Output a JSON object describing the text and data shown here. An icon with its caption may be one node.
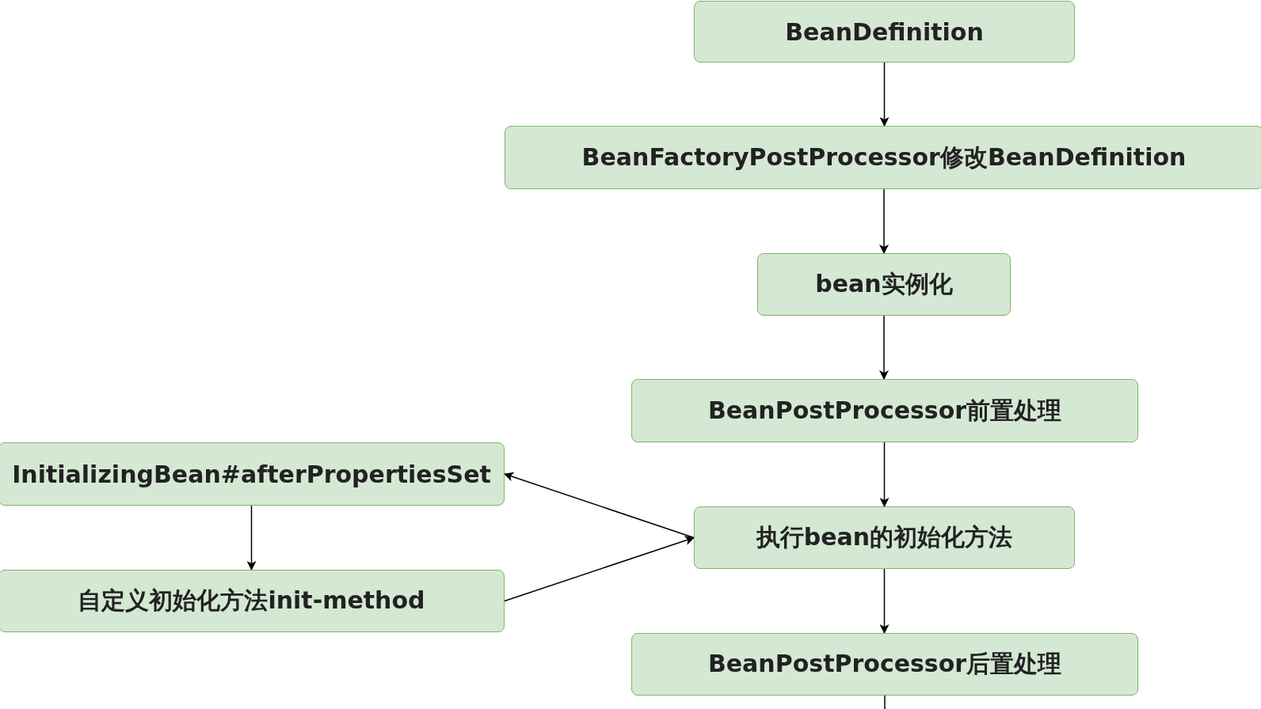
{
  "diagram": {
    "nodes": [
      {
        "text": [
          "BeanDefinition"
        ]
      },
      {
        "text": [
          "BeanFactoryPostProcessor修改BeanDefinition"
        ]
      },
      {
        "text": [
          "bean实例化"
        ]
      },
      {
        "text": [
          "BeanPostProcessor前置处理"
        ]
      },
      {
        "text": [
          "InitializingBean#afterPropertiesSet"
        ]
      },
      {
        "text": [
          "执行bean的初始化方法"
        ]
      },
      {
        "text": [
          "自定义初始化方法init-method"
        ]
      },
      {
        "text": [
          "BeanPostProcessor后置处理"
        ]
      }
    ],
    "edges": [
      {
        "from": 0,
        "to": 1,
        "arrow": "to"
      },
      {
        "from": 1,
        "to": 2,
        "arrow": "to"
      },
      {
        "from": 2,
        "to": 3,
        "arrow": "to"
      },
      {
        "from": 3,
        "to": 5,
        "arrow": "to"
      },
      {
        "from": 5,
        "to": 4,
        "arrow": "to"
      },
      {
        "from": 4,
        "to": 6,
        "arrow": "to"
      },
      {
        "from": 6,
        "to": 5,
        "arrow": "to"
      },
      {
        "from": 5,
        "to": 7,
        "arrow": "to"
      },
      {
        "from": 7,
        "to": null,
        "arrow": "none"
      }
    ]
  }
}
